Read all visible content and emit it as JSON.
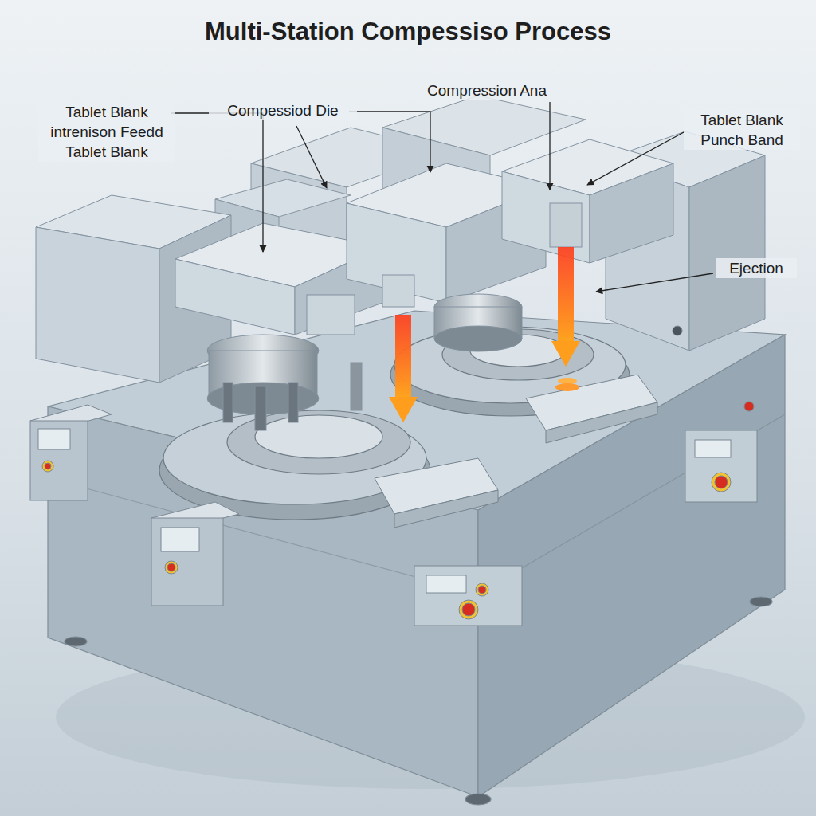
{
  "diagram": {
    "title": "Multi-Station Compessiso Process",
    "labels": [
      "Tablet Blank intrenison Feedd Tablet Blank",
      "Compessiod Die",
      "Compression Ana",
      "Tablet Blank Punch Band",
      "Ejection"
    ]
  }
}
